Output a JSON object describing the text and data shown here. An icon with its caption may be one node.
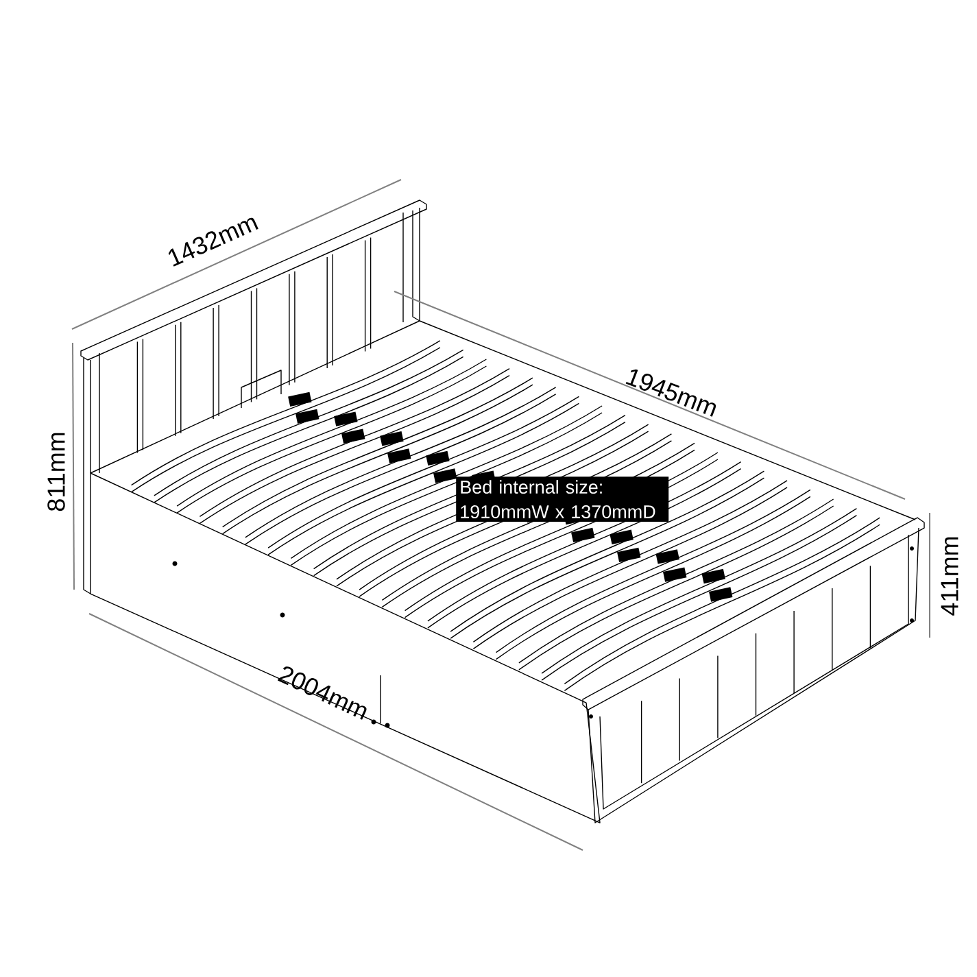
{
  "diagram": {
    "nodes": [
      {
        "text": [
          "Bed internal size: 1910mmW x 1370mmD"
        ]
      }
    ],
    "labels": [
      "1432mm",
      "1945mm",
      "811mm",
      "411mm",
      "2004mm"
    ]
  }
}
